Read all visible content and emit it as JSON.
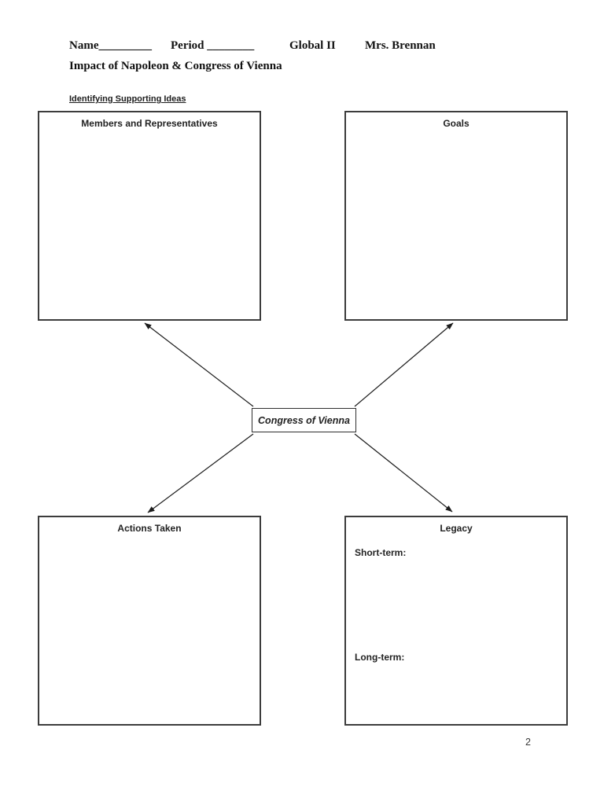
{
  "header": {
    "name_label": "Name_________",
    "period_label": "Period ________",
    "course": "Global II",
    "teacher": "Mrs. Brennan",
    "title": "Impact of Napoleon & Congress of Vienna",
    "section_heading": "Identifying Supporting Ideas"
  },
  "diagram": {
    "center_label": "Congress of Vienna",
    "boxes": [
      {
        "id": "members",
        "title": "Members and Representatives"
      },
      {
        "id": "goals",
        "title": "Goals"
      },
      {
        "id": "actions",
        "title": "Actions Taken"
      },
      {
        "id": "legacy",
        "title": "Legacy",
        "fields": [
          {
            "label": "Short-term:"
          },
          {
            "label": "Long-term:"
          }
        ]
      }
    ]
  },
  "footer": {
    "page_number": "2"
  },
  "colors": {
    "ink": "#1c1c1c",
    "box_border": "#3c3c3c",
    "background": "#ffffff"
  }
}
